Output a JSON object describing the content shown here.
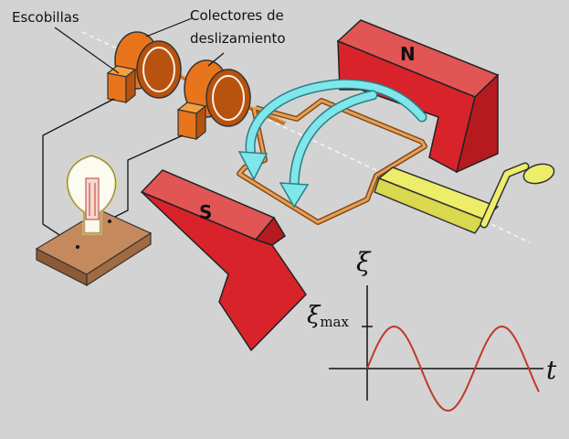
{
  "labels": {
    "brushes": "Escobillas",
    "slip_rings_line1": "Colectores de",
    "slip_rings_line2": "deslizamiento",
    "north_pole": "N",
    "south_pole": "S"
  },
  "graph": {
    "y_symbol": "ξ",
    "max_symbol": "ξ",
    "max_subscript": "max",
    "x_symbol": "t"
  },
  "colors": {
    "background": "#d3d3d3",
    "magnet": "#d8232a",
    "slip_ring": "#e8751c",
    "field_arrow": "#7fe6ea",
    "crank": "#eeed6a",
    "lamp_base": "#b07a52",
    "wave": "#c0392b",
    "coil": "#c8742a"
  }
}
